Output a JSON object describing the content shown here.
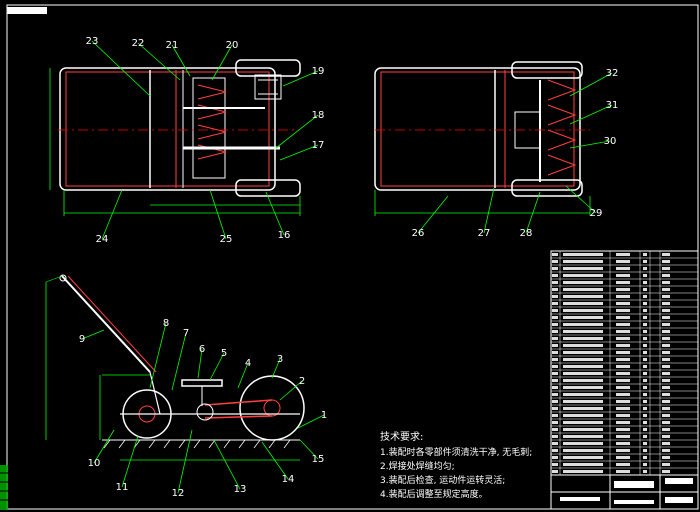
{
  "drawing": {
    "callouts": [
      "1",
      "2",
      "3",
      "4",
      "5",
      "6",
      "7",
      "8",
      "9",
      "10",
      "11",
      "12",
      "13",
      "14",
      "15",
      "16",
      "17",
      "18",
      "19",
      "20",
      "21",
      "22",
      "23",
      "24",
      "25",
      "26",
      "27",
      "28",
      "29",
      "30",
      "31",
      "32"
    ],
    "tech_requirements": {
      "title": "技术要求:",
      "items": [
        "1.装配时各零部件须清洗干净, 无毛刺;",
        "2.焊接处焊缝均匀;",
        "3.装配后检查, 运动件运转灵活;",
        "4.装配后调整至规定高度。"
      ]
    },
    "colors": {
      "background": "#000000",
      "frame_line": "#ffffff",
      "centerline": "#ff0000",
      "dimension": "#00ff00",
      "part_outline": "#ffffff",
      "leader": "#00ff00"
    }
  }
}
